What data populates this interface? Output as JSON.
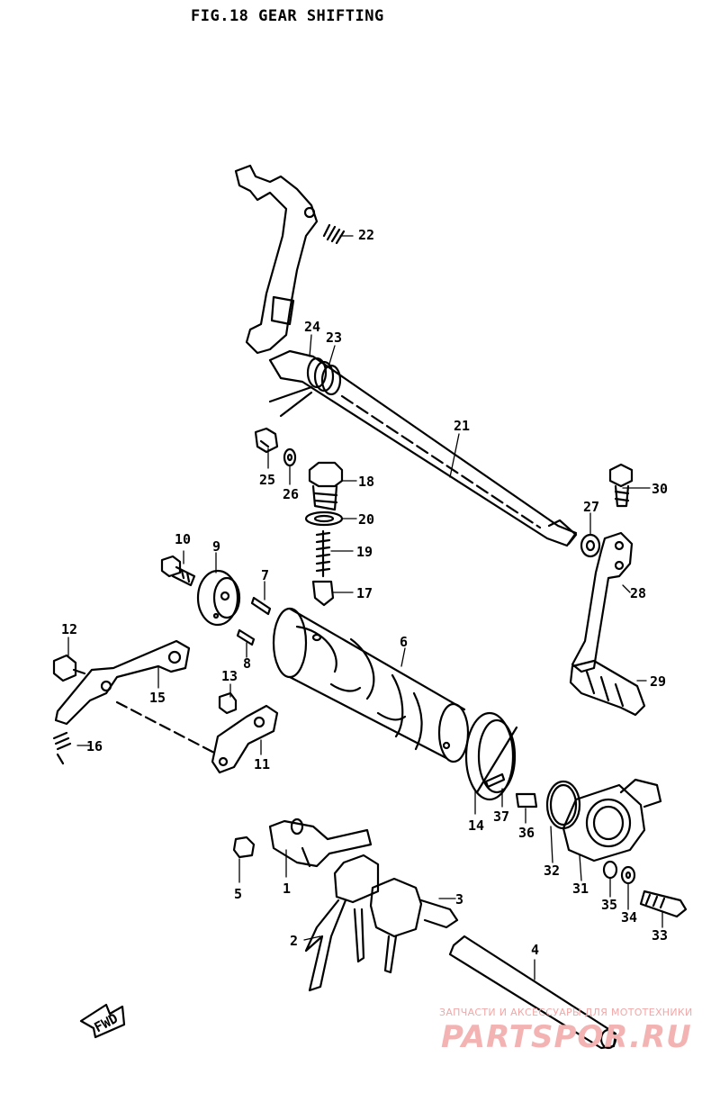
{
  "figure": {
    "title": "FIG.18  GEAR SHIFTING",
    "fwd_label": "FWD"
  },
  "callouts": [
    "1",
    "2",
    "3",
    "4",
    "5",
    "6",
    "7",
    "8",
    "9",
    "10",
    "11",
    "12",
    "13",
    "14",
    "15",
    "16",
    "17",
    "18",
    "19",
    "20",
    "21",
    "22",
    "23",
    "24",
    "25",
    "26",
    "27",
    "28",
    "29",
    "30",
    "31",
    "32",
    "33",
    "34",
    "35",
    "36",
    "37"
  ],
  "watermark": {
    "line1": "ЗАПЧАСТИ И АКСЕССУАРЫ ДЛЯ МОТОТЕХНИКИ",
    "line2": "PARTSPOR.RU"
  }
}
